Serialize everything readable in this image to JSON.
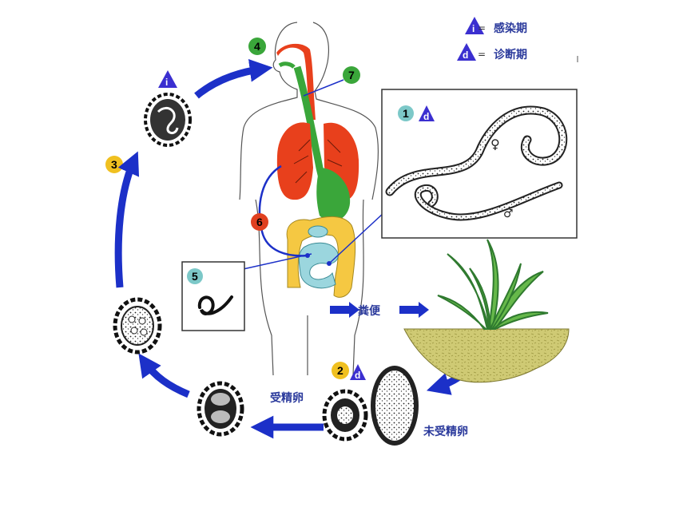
{
  "legend": {
    "infective_symbol": "i",
    "infective_label": "感染期",
    "diagnostic_symbol": "d",
    "diagnostic_label": "诊断期",
    "separator": "="
  },
  "stages": {
    "s1": "1",
    "s2": "2",
    "s3": "3",
    "s4": "4",
    "s5": "5",
    "s6": "6",
    "s7": "7"
  },
  "labels": {
    "feces": "粪便",
    "fertilized_egg": "受精卵",
    "unfertilized_egg": "未受精卵",
    "female_symbol": "♀",
    "male_symbol": "♂"
  },
  "colors": {
    "arrow_blue": "#1c30c8",
    "badge_green": "#3aa63a",
    "badge_yellow": "#f0c020",
    "badge_red": "#e04020",
    "badge_teal": "#7cc8c8",
    "lung_red": "#e8401c",
    "gut_yellow": "#f5c842",
    "intestine_teal": "#9bd6de",
    "soil": "#c9c46a",
    "triangle_blue": "#3b2fd0"
  }
}
